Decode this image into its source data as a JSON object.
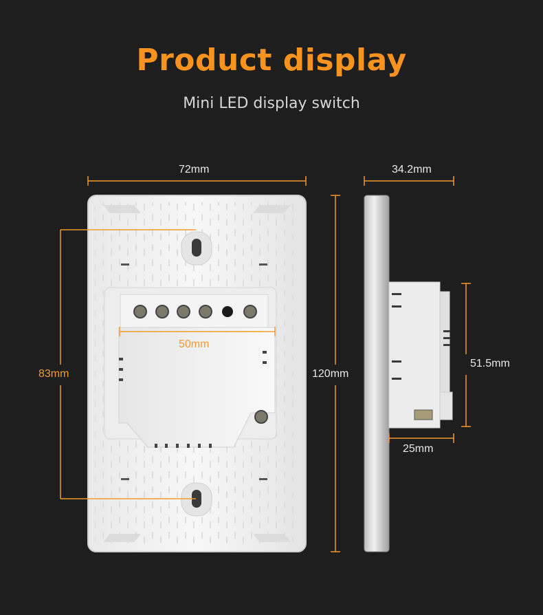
{
  "header": {
    "title": "Product display",
    "subtitle": "Mini LED display switch"
  },
  "dimensions": {
    "front_width": "72mm",
    "side_depth": "34.2mm",
    "hole_spacing": "83mm",
    "module_width": "50mm",
    "height": "120mm",
    "module_height": "51.5mm",
    "module_depth": "25mm"
  },
  "colors": {
    "background": "#1e1e1e",
    "accent": "#f7931e",
    "plate": "#f2f2f2"
  }
}
